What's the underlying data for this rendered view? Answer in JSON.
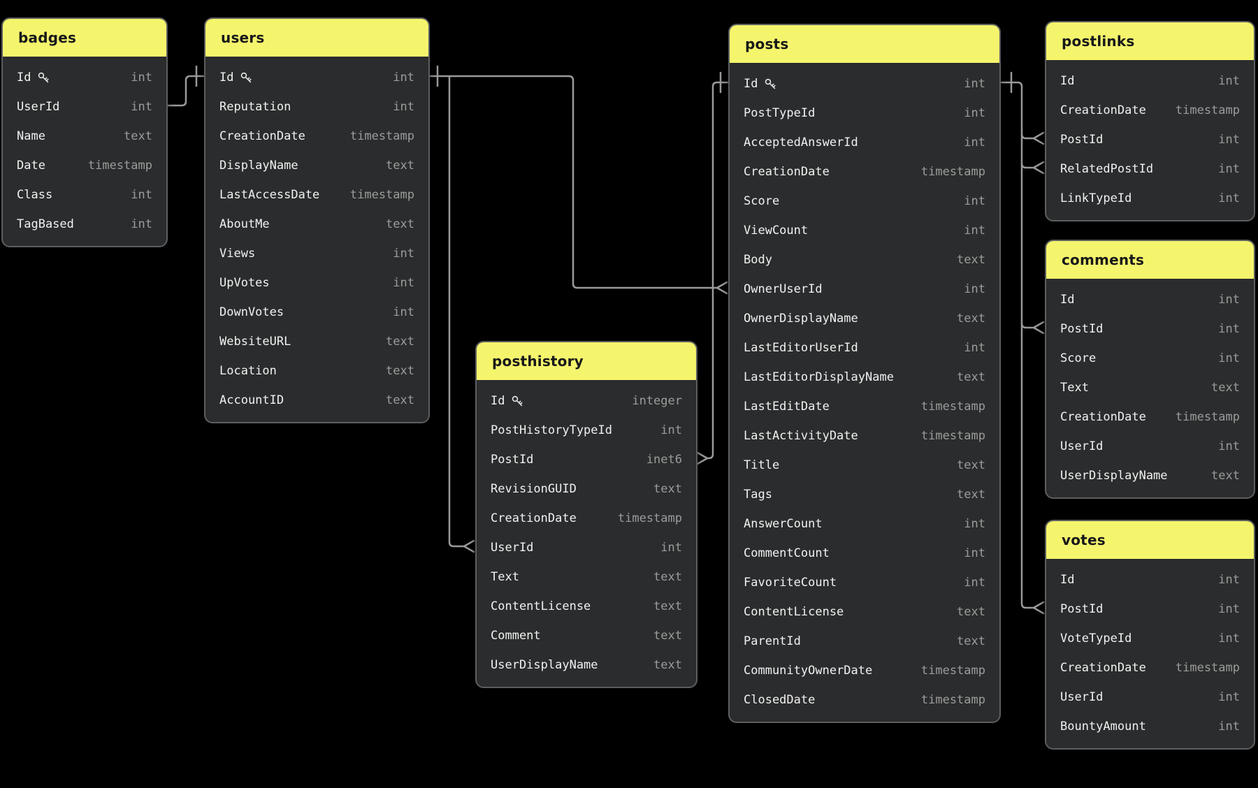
{
  "diagram": {
    "kind": "database-schema",
    "background_color": "#000000",
    "table_header_color": "#f5f56d",
    "table_body_color": "#2b2c2d",
    "field_text_color": "#f1f1f1",
    "type_text_color": "#9c9c9c",
    "line_color": "#9a9a9a"
  },
  "tables": [
    {
      "id": "badges",
      "title": "badges",
      "fields": [
        {
          "name": "Id",
          "type": "int",
          "pk": true
        },
        {
          "name": "UserId",
          "type": "int",
          "pk": false
        },
        {
          "name": "Name",
          "type": "text",
          "pk": false
        },
        {
          "name": "Date",
          "type": "timestamp",
          "pk": false
        },
        {
          "name": "Class",
          "type": "int",
          "pk": false
        },
        {
          "name": "TagBased",
          "type": "int",
          "pk": false
        }
      ]
    },
    {
      "id": "users",
      "title": "users",
      "fields": [
        {
          "name": "Id",
          "type": "int",
          "pk": true
        },
        {
          "name": "Reputation",
          "type": "int",
          "pk": false
        },
        {
          "name": "CreationDate",
          "type": "timestamp",
          "pk": false
        },
        {
          "name": "DisplayName",
          "type": "text",
          "pk": false
        },
        {
          "name": "LastAccessDate",
          "type": "timestamp",
          "pk": false
        },
        {
          "name": "AboutMe",
          "type": "text",
          "pk": false
        },
        {
          "name": "Views",
          "type": "int",
          "pk": false
        },
        {
          "name": "UpVotes",
          "type": "int",
          "pk": false
        },
        {
          "name": "DownVotes",
          "type": "int",
          "pk": false
        },
        {
          "name": "WebsiteURL",
          "type": "text",
          "pk": false
        },
        {
          "name": "Location",
          "type": "text",
          "pk": false
        },
        {
          "name": "AccountID",
          "type": "text",
          "pk": false
        }
      ]
    },
    {
      "id": "posthistory",
      "title": "posthistory",
      "fields": [
        {
          "name": "Id",
          "type": "integer",
          "pk": true
        },
        {
          "name": "PostHistoryTypeId",
          "type": "int",
          "pk": false
        },
        {
          "name": "PostId",
          "type": "inet6",
          "pk": false
        },
        {
          "name": "RevisionGUID",
          "type": "text",
          "pk": false
        },
        {
          "name": "CreationDate",
          "type": "timestamp",
          "pk": false
        },
        {
          "name": "UserId",
          "type": "int",
          "pk": false
        },
        {
          "name": "Text",
          "type": "text",
          "pk": false
        },
        {
          "name": "ContentLicense",
          "type": "text",
          "pk": false
        },
        {
          "name": "Comment",
          "type": "text",
          "pk": false
        },
        {
          "name": "UserDisplayName",
          "type": "text",
          "pk": false
        }
      ]
    },
    {
      "id": "posts",
      "title": "posts",
      "fields": [
        {
          "name": "Id",
          "type": "int",
          "pk": true
        },
        {
          "name": "PostTypeId",
          "type": "int",
          "pk": false
        },
        {
          "name": "AcceptedAnswerId",
          "type": "int",
          "pk": false
        },
        {
          "name": "CreationDate",
          "type": "timestamp",
          "pk": false
        },
        {
          "name": "Score",
          "type": "int",
          "pk": false
        },
        {
          "name": "ViewCount",
          "type": "int",
          "pk": false
        },
        {
          "name": "Body",
          "type": "text",
          "pk": false
        },
        {
          "name": "OwnerUserId",
          "type": "int",
          "pk": false
        },
        {
          "name": "OwnerDisplayName",
          "type": "text",
          "pk": false
        },
        {
          "name": "LastEditorUserId",
          "type": "int",
          "pk": false
        },
        {
          "name": "LastEditorDisplayName",
          "type": "text",
          "pk": false
        },
        {
          "name": "LastEditDate",
          "type": "timestamp",
          "pk": false
        },
        {
          "name": "LastActivityDate",
          "type": "timestamp",
          "pk": false
        },
        {
          "name": "Title",
          "type": "text",
          "pk": false
        },
        {
          "name": "Tags",
          "type": "text",
          "pk": false
        },
        {
          "name": "AnswerCount",
          "type": "int",
          "pk": false
        },
        {
          "name": "CommentCount",
          "type": "int",
          "pk": false
        },
        {
          "name": "FavoriteCount",
          "type": "int",
          "pk": false
        },
        {
          "name": "ContentLicense",
          "type": "text",
          "pk": false
        },
        {
          "name": "ParentId",
          "type": "text",
          "pk": false
        },
        {
          "name": "CommunityOwnerDate",
          "type": "timestamp",
          "pk": false
        },
        {
          "name": "ClosedDate",
          "type": "timestamp",
          "pk": false
        }
      ]
    },
    {
      "id": "postlinks",
      "title": "postlinks",
      "fields": [
        {
          "name": "Id",
          "type": "int",
          "pk": false
        },
        {
          "name": "CreationDate",
          "type": "timestamp",
          "pk": false
        },
        {
          "name": "PostId",
          "type": "int",
          "pk": false
        },
        {
          "name": "RelatedPostId",
          "type": "int",
          "pk": false
        },
        {
          "name": "LinkTypeId",
          "type": "int",
          "pk": false
        }
      ]
    },
    {
      "id": "comments",
      "title": "comments",
      "fields": [
        {
          "name": "Id",
          "type": "int",
          "pk": false
        },
        {
          "name": "PostId",
          "type": "int",
          "pk": false
        },
        {
          "name": "Score",
          "type": "int",
          "pk": false
        },
        {
          "name": "Text",
          "type": "text",
          "pk": false
        },
        {
          "name": "CreationDate",
          "type": "timestamp",
          "pk": false
        },
        {
          "name": "UserId",
          "type": "int",
          "pk": false
        },
        {
          "name": "UserDisplayName",
          "type": "text",
          "pk": false
        }
      ]
    },
    {
      "id": "votes",
      "title": "votes",
      "fields": [
        {
          "name": "Id",
          "type": "int",
          "pk": false
        },
        {
          "name": "PostId",
          "type": "int",
          "pk": false
        },
        {
          "name": "VoteTypeId",
          "type": "int",
          "pk": false
        },
        {
          "name": "CreationDate",
          "type": "timestamp",
          "pk": false
        },
        {
          "name": "UserId",
          "type": "int",
          "pk": false
        },
        {
          "name": "BountyAmount",
          "type": "int",
          "pk": false
        }
      ]
    },
    {
      "id": "spacer",
      "title": "",
      "fields": []
    }
  ],
  "connections": [
    {
      "from": "badges.UserId",
      "to": "users.Id",
      "to_cardinality": "one"
    },
    {
      "from": "users.Id",
      "to": "posts.OwnerUserId",
      "from_cardinality": "one",
      "to_cardinality": "many"
    },
    {
      "from": "users.Id",
      "to": "posthistory.UserId",
      "from_cardinality": "one",
      "to_cardinality": "many"
    },
    {
      "from": "posts.Id",
      "to": "posthistory.PostId",
      "from_cardinality": "one",
      "to_cardinality": "many"
    },
    {
      "from": "posts.Id",
      "to": "postlinks.PostId",
      "from_cardinality": "one",
      "to_cardinality": "many"
    },
    {
      "from": "posts.Id",
      "to": "postlinks.RelatedPostId",
      "from_cardinality": "one",
      "to_cardinality": "many"
    },
    {
      "from": "posts.Id",
      "to": "comments.PostId",
      "from_cardinality": "one",
      "to_cardinality": "many"
    },
    {
      "from": "posts.Id",
      "to": "votes.PostId",
      "from_cardinality": "one",
      "to_cardinality": "many"
    }
  ]
}
